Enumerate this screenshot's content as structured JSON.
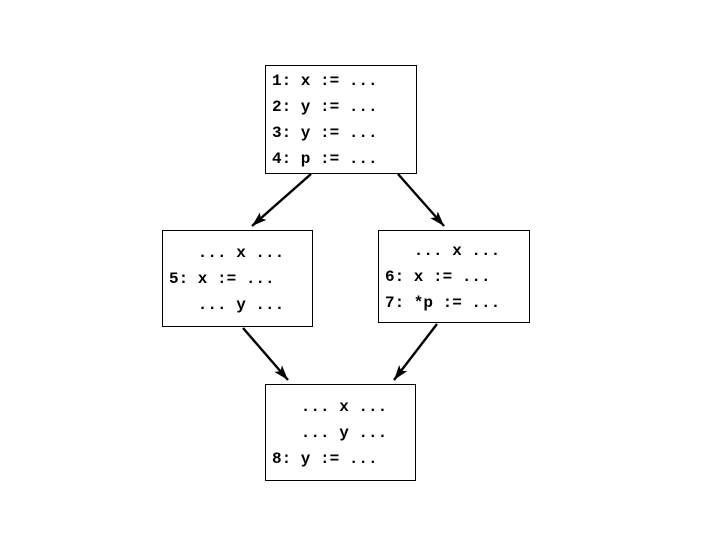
{
  "diagram": {
    "type": "control-flow-graph",
    "colors": {
      "background": "#ffffff",
      "box_border": "#000000",
      "edge": "#000000",
      "text": "#000000"
    },
    "nodes": [
      {
        "id": "block-1-4",
        "lines": [
          "1: x := ...",
          "2: y := ...",
          "3: y := ...",
          "4: p := ..."
        ]
      },
      {
        "id": "block-5",
        "lines": [
          "   ... x ...",
          "5: x := ...",
          "   ... y ..."
        ]
      },
      {
        "id": "block-6-7",
        "lines": [
          "   ... x ...",
          "6: x := ...",
          "7: *p := ..."
        ]
      },
      {
        "id": "block-8",
        "lines": [
          "   ... x ...",
          "   ... y ...",
          "8: y := ..."
        ]
      }
    ],
    "edges": [
      {
        "from": "block-1-4",
        "to": "block-5"
      },
      {
        "from": "block-1-4",
        "to": "block-6-7"
      },
      {
        "from": "block-5",
        "to": "block-8"
      },
      {
        "from": "block-6-7",
        "to": "block-8"
      }
    ]
  }
}
